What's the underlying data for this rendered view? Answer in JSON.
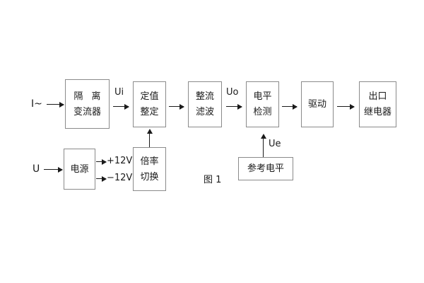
{
  "figure": {
    "caption": "图 1",
    "blocks": {
      "isolation_ct": {
        "line1": "隔 离",
        "line2": "变流器"
      },
      "setting": {
        "line1": "定值",
        "line2": "整定"
      },
      "rectify_filter": {
        "line1": "整流",
        "line2": "滤波"
      },
      "level_detect": {
        "line1": "电平",
        "line2": "检测"
      },
      "drive": {
        "line1": "驱动"
      },
      "output_relay": {
        "line1": "出口",
        "line2": "继电器"
      },
      "power_supply": {
        "line1": "电源"
      },
      "multiplier_switch": {
        "line1": "倍率",
        "line2": "切换"
      },
      "reference_level": {
        "line1": "参考电平"
      }
    },
    "signals": {
      "current_input": "I~",
      "voltage_input": "U",
      "ui": "Ui",
      "uo": "Uo",
      "ue": "Ue",
      "plus_12v": "+12V",
      "minus_12v": "−12V"
    },
    "colors": {
      "block_border": "#8a8a8a",
      "ink": "#1a1a1a",
      "background": "#ffffff"
    }
  }
}
